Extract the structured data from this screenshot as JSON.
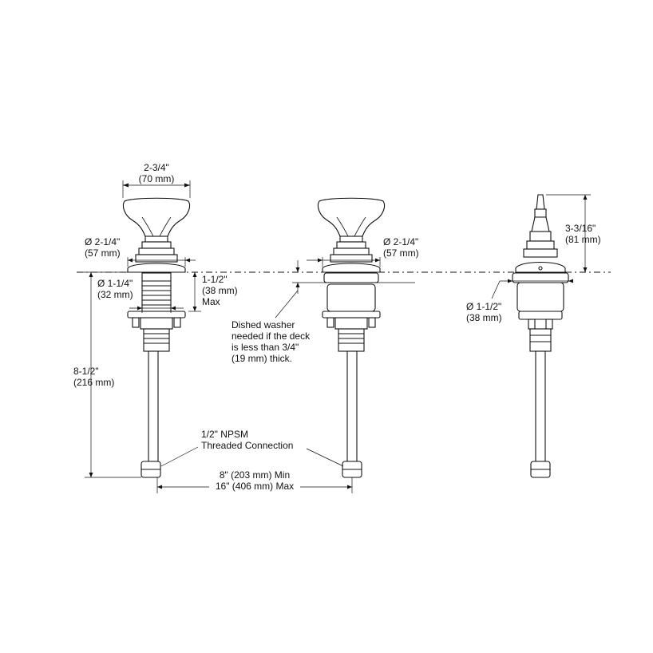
{
  "labels": {
    "handle_width": [
      "2-3/4\"",
      "(70 mm)"
    ],
    "flange_left": [
      "Ø 2-1/4\"",
      "(57 mm)"
    ],
    "flange_center": [
      "Ø 2-1/4\"",
      "(57 mm)"
    ],
    "shank_diameter": [
      "Ø 1-1/4\"",
      "(32 mm)"
    ],
    "deck_thickness": [
      "1-1/2\"",
      "(38 mm)",
      "Max"
    ],
    "washer_note": [
      "Dished washer",
      "needed if the deck",
      "is less than 3/4\"",
      "(19 mm) thick."
    ],
    "overall_height": [
      "8-1/2\"",
      "(216 mm)"
    ],
    "spout_height": [
      "3-3/16\"",
      "(81 mm)"
    ],
    "spout_base": [
      "Ø 1-1/2\"",
      "(38 mm)"
    ],
    "connection": [
      "1/2\" NPSM",
      "Threaded Connection"
    ],
    "spread": [
      "8\" (203 mm) Min",
      "16\" (406 mm) Max"
    ]
  }
}
